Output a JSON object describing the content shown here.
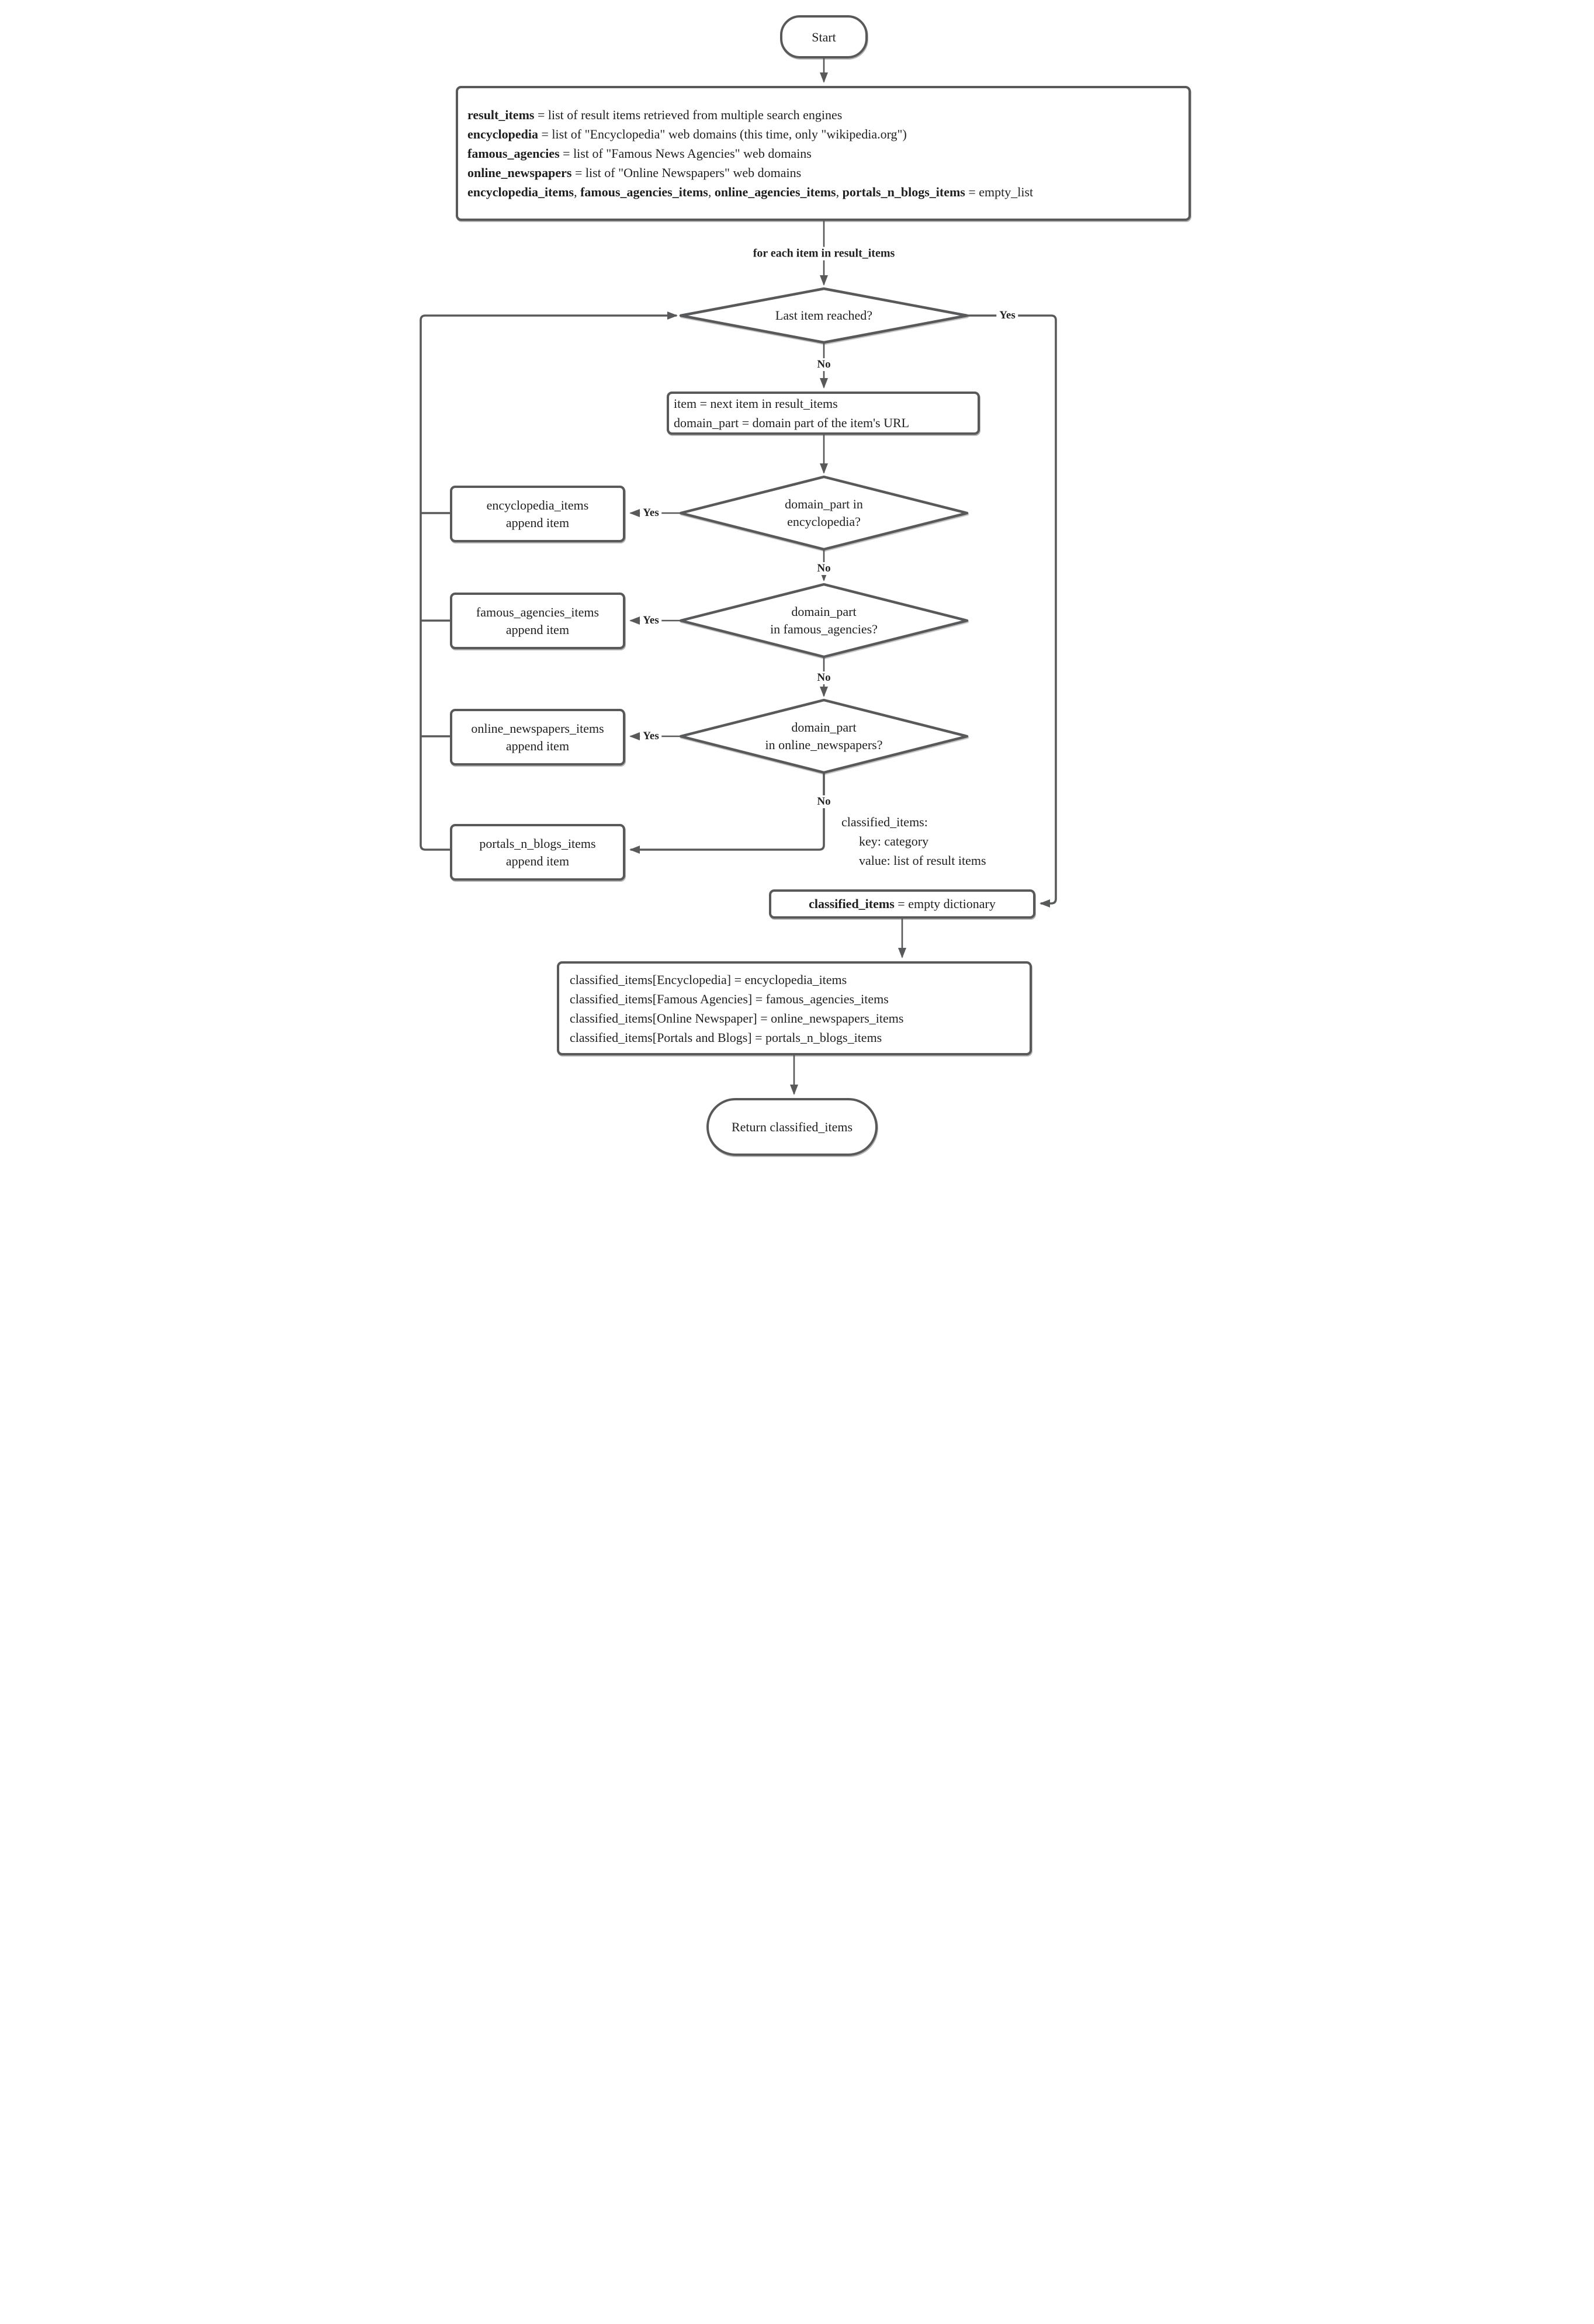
{
  "colors": {
    "line": "#58595b",
    "text": "#1f1f1f",
    "background": "#ffffff"
  },
  "nodes": {
    "start": {
      "label": "Start"
    },
    "init": {
      "lines": [
        {
          "segments": [
            {
              "t": "result_items",
              "b": true
            },
            {
              "t": " = list of result items retrieved from multiple search engines",
              "b": false
            }
          ]
        },
        {
          "segments": [
            {
              "t": "encyclopedia",
              "b": true
            },
            {
              "t": " = list of \"Encyclopedia\" web domains (this time, only \"wikipedia.org\")",
              "b": false
            }
          ]
        },
        {
          "segments": [
            {
              "t": "famous_agencies",
              "b": true
            },
            {
              "t": " = list of \"Famous News Agencies\" web domains",
              "b": false
            }
          ]
        },
        {
          "segments": [
            {
              "t": "online_newspapers",
              "b": true
            },
            {
              "t": " = list of \"Online Newspapers\" web domains",
              "b": false
            }
          ]
        },
        {
          "segments": [
            {
              "t": "encyclopedia_items",
              "b": true
            },
            {
              "t": ", ",
              "b": false
            },
            {
              "t": "famous_agencies_items",
              "b": true
            },
            {
              "t": ", ",
              "b": false
            },
            {
              "t": "online_agencies_items",
              "b": true
            },
            {
              "t": ", ",
              "b": false
            },
            {
              "t": "portals_n_blogs_items",
              "b": true
            },
            {
              "t": " = empty_list",
              "b": false
            }
          ]
        }
      ]
    },
    "loop_label": "for each item in result_items",
    "decision_last_item": {
      "lines": [
        "Last item reached?"
      ]
    },
    "assign_item": {
      "lines": [
        "item = next item in result_items",
        "domain_part = domain part of the item's URL"
      ]
    },
    "decision_encyclopedia": {
      "lines": [
        "domain_part in",
        "encyclopedia?"
      ]
    },
    "decision_famous_agencies": {
      "lines": [
        "domain_part",
        "in famous_agencies?"
      ]
    },
    "decision_online_newspapers": {
      "lines": [
        "domain_part",
        "in online_newspapers?"
      ]
    },
    "append_encyclopedia": {
      "lines": [
        "encyclopedia_items",
        "append item"
      ]
    },
    "append_famous_agencies": {
      "lines": [
        "famous_agencies_items",
        "append item"
      ]
    },
    "append_online_newspapers": {
      "lines": [
        "online_newspapers_items",
        "append item"
      ]
    },
    "append_portals_blogs": {
      "lines": [
        "portals_n_blogs_items",
        "append item"
      ]
    },
    "note": {
      "lines": [
        "classified_items:",
        "key: category",
        "value: list of result items"
      ]
    },
    "init_dict": {
      "segments": [
        {
          "t": "classified_items",
          "b": true
        },
        {
          "t": " = empty dictionary",
          "b": false
        }
      ]
    },
    "assign_dict": {
      "lines": [
        "classified_items[Encyclopedia] = encyclopedia_items",
        "classified_items[Famous Agencies] = famous_agencies_items",
        "classified_items[Online Newspaper] = online_newspapers_items",
        "classified_items[Portals and Blogs] = portals_n_blogs_items"
      ]
    },
    "return": {
      "label": "Return classified_items"
    }
  },
  "edge_labels": {
    "yes_last_item": "Yes",
    "no_last_item": "No",
    "yes_encyclopedia": "Yes",
    "no_encyclopedia": "No",
    "yes_famous": "Yes",
    "no_famous": "No",
    "yes_online": "Yes",
    "no_online": "No"
  }
}
